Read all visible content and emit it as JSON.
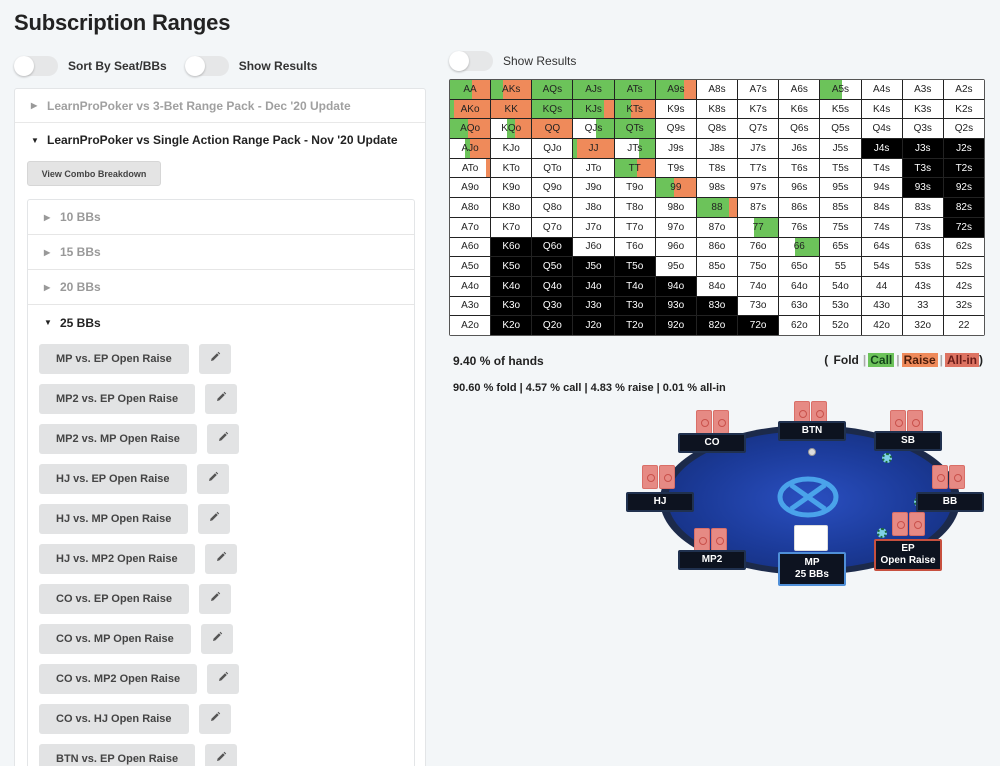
{
  "page": {
    "title": "Subscription Ranges"
  },
  "toggles": {
    "sort_by_seat": {
      "label": "Sort By Seat/BBs",
      "on": false
    },
    "show_results_left": {
      "label": "Show Results",
      "on": false
    },
    "show_results_right": {
      "label": "Show Results",
      "on": false
    }
  },
  "packs": [
    {
      "label": "LearnProPoker vs 3-Bet Range Pack - Dec '20 Update",
      "expanded": false
    },
    {
      "label": "LearnProPoker vs Single Action Range Pack - Nov '20 Update",
      "expanded": true
    }
  ],
  "combo_button": {
    "label": "View Combo Breakdown"
  },
  "stacks": [
    {
      "label": "10 BBs",
      "expanded": false
    },
    {
      "label": "15 BBs",
      "expanded": false
    },
    {
      "label": "20 BBs",
      "expanded": false
    },
    {
      "label": "25 BBs",
      "expanded": true
    }
  ],
  "spots": [
    {
      "label": "MP vs. EP Open Raise"
    },
    {
      "label": "MP2 vs. EP Open Raise"
    },
    {
      "label": "MP2 vs. MP Open Raise"
    },
    {
      "label": "HJ vs. EP Open Raise"
    },
    {
      "label": "HJ vs. MP Open Raise"
    },
    {
      "label": "HJ vs. MP2 Open Raise"
    },
    {
      "label": "CO vs. EP Open Raise"
    },
    {
      "label": "CO vs. MP Open Raise"
    },
    {
      "label": "CO vs. MP2 Open Raise"
    },
    {
      "label": "CO vs. HJ Open Raise"
    },
    {
      "label": "BTN vs. EP Open Raise"
    }
  ],
  "colors": {
    "call": "#6cc35a",
    "raise": "#ef8a5a",
    "allin": "#dd7362",
    "fold": "#ffffff",
    "excluded": "#000000"
  },
  "range_grid": {
    "ranks": [
      "A",
      "K",
      "Q",
      "J",
      "T",
      "9",
      "8",
      "7",
      "6",
      "5",
      "4",
      "3",
      "2"
    ],
    "cells": [
      [
        "AA",
        "AKs",
        "AQs",
        "AJs",
        "ATs",
        "A9s",
        "A8s",
        "A7s",
        "A6s",
        "A5s",
        "A4s",
        "A3s",
        "A2s"
      ],
      [
        "AKo",
        "KK",
        "KQs",
        "KJs",
        "KTs",
        "K9s",
        "K8s",
        "K7s",
        "K6s",
        "K5s",
        "K4s",
        "K3s",
        "K2s"
      ],
      [
        "AQo",
        "KQo",
        "QQ",
        "QJs",
        "QTs",
        "Q9s",
        "Q8s",
        "Q7s",
        "Q6s",
        "Q5s",
        "Q4s",
        "Q3s",
        "Q2s"
      ],
      [
        "AJo",
        "KJo",
        "QJo",
        "JJ",
        "JTs",
        "J9s",
        "J8s",
        "J7s",
        "J6s",
        "J5s",
        "J4s",
        "J3s",
        "J2s"
      ],
      [
        "ATo",
        "KTo",
        "QTo",
        "JTo",
        "TT",
        "T9s",
        "T8s",
        "T7s",
        "T6s",
        "T5s",
        "T4s",
        "T3s",
        "T2s"
      ],
      [
        "A9o",
        "K9o",
        "Q9o",
        "J9o",
        "T9o",
        "99",
        "98s",
        "97s",
        "96s",
        "95s",
        "94s",
        "93s",
        "92s"
      ],
      [
        "A8o",
        "K8o",
        "Q8o",
        "J8o",
        "T8o",
        "98o",
        "88",
        "87s",
        "86s",
        "85s",
        "84s",
        "83s",
        "82s"
      ],
      [
        "A7o",
        "K7o",
        "Q7o",
        "J7o",
        "T7o",
        "97o",
        "87o",
        "77",
        "76s",
        "75s",
        "74s",
        "73s",
        "72s"
      ],
      [
        "A6o",
        "K6o",
        "Q6o",
        "J6o",
        "T6o",
        "96o",
        "86o",
        "76o",
        "66",
        "65s",
        "64s",
        "63s",
        "62s"
      ],
      [
        "A5o",
        "K5o",
        "Q5o",
        "J5o",
        "T5o",
        "95o",
        "85o",
        "75o",
        "65o",
        "55",
        "54s",
        "53s",
        "52s"
      ],
      [
        "A4o",
        "K4o",
        "Q4o",
        "J4o",
        "T4o",
        "94o",
        "84o",
        "74o",
        "64o",
        "54o",
        "44",
        "43s",
        "42s"
      ],
      [
        "A3o",
        "K3o",
        "Q3o",
        "J3o",
        "T3o",
        "93o",
        "83o",
        "73o",
        "63o",
        "53o",
        "43o",
        "33",
        "32s"
      ],
      [
        "A2o",
        "K2o",
        "Q2o",
        "J2o",
        "T2o",
        "92o",
        "82o",
        "72o",
        "62o",
        "52o",
        "42o",
        "32o",
        "22"
      ]
    ],
    "actions": {
      "AA": {
        "call": 55,
        "raise": 45
      },
      "AKs": {
        "call": 30,
        "raise": 70
      },
      "AQs": {
        "call": 100
      },
      "AJs": {
        "call": 100
      },
      "ATs": {
        "call": 100
      },
      "A9s": {
        "call": 70,
        "raise": 30
      },
      "A5s": {
        "call": 55
      },
      "AKo": {
        "call": 10,
        "raise": 90
      },
      "KK": {
        "raise": 100
      },
      "KQs": {
        "call": 100
      },
      "KJs": {
        "call": 75,
        "raise": 25
      },
      "KTs": {
        "call": 40,
        "raise": 60
      },
      "AQo": {
        "call": 45,
        "raise": 55
      },
      "KQo": {
        "fold": 40,
        "call": 20,
        "raise": 40
      },
      "QQ": {
        "raise": 100
      },
      "QJs": {
        "fold": 55,
        "call": 45
      },
      "QTs": {
        "call": 100
      },
      "AJo": {
        "fold": 38,
        "call": 12,
        "raise": 50
      },
      "JJ": {
        "call": 10,
        "raise": 90
      },
      "JTs": {
        "fold": 60,
        "call": 40
      },
      "ATo": {
        "fold": 90,
        "raise": 10
      },
      "TT": {
        "call": 55,
        "raise": 45
      },
      "99": {
        "call": 45,
        "raise": 55
      },
      "88": {
        "call": 80,
        "raise": 20
      },
      "77": {
        "fold": 40,
        "call": 60
      },
      "66": {
        "fold": 40,
        "call": 60
      }
    },
    "excluded": [
      "J4s",
      "J3s",
      "J2s",
      "T3s",
      "T2s",
      "93s",
      "92s",
      "82s",
      "72s",
      "K6o",
      "Q6o",
      "K5o",
      "Q5o",
      "J5o",
      "T5o",
      "K4o",
      "Q4o",
      "J4o",
      "T4o",
      "94o",
      "K3o",
      "Q3o",
      "J3o",
      "T3o",
      "93o",
      "83o",
      "K2o",
      "Q2o",
      "J2o",
      "T2o",
      "92o",
      "82o",
      "72o"
    ]
  },
  "stats": {
    "percent_of_hands": "9.40 % of hands",
    "breakdown": "90.60 % fold | 4.57 % call | 4.83 % raise | 0.01 % all-in"
  },
  "legend": {
    "open": "(",
    "fold": "Fold",
    "call": "Call",
    "raise": "Raise",
    "allin": "All-in",
    "close": ")",
    "sep": "|"
  },
  "table": {
    "seats": [
      {
        "id": "co",
        "name": "CO",
        "sub": ""
      },
      {
        "id": "btn",
        "name": "BTN",
        "sub": ""
      },
      {
        "id": "sb",
        "name": "SB",
        "sub": ""
      },
      {
        "id": "hj",
        "name": "HJ",
        "sub": ""
      },
      {
        "id": "bb",
        "name": "BB",
        "sub": ""
      },
      {
        "id": "mp2",
        "name": "MP2",
        "sub": ""
      },
      {
        "id": "mp",
        "name": "MP",
        "sub": "25 BBs"
      },
      {
        "id": "ep",
        "name": "EP",
        "sub": "Open Raise"
      }
    ]
  }
}
